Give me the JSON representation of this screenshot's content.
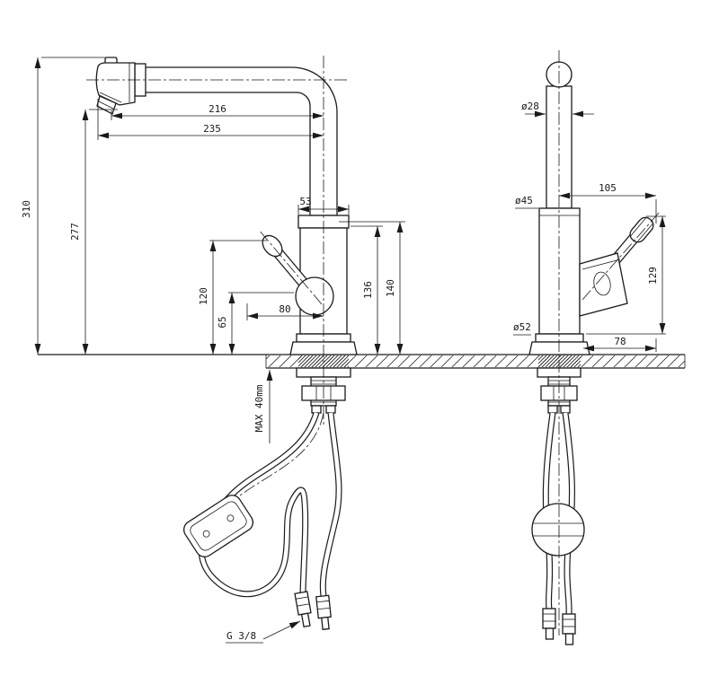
{
  "drawing": {
    "background": "#ffffff",
    "line_color": "#1a1a1a",
    "front_view": {
      "dims": {
        "height_total": "310",
        "height_outlet": "277",
        "reach_outlet": "216",
        "reach_total": "235",
        "body_top_width": "53",
        "handle_top_height": "120",
        "handle_pivot_height": "65",
        "handle_reach": "80",
        "body_height": "136",
        "neck_height": "140"
      },
      "notes": {
        "max_counter_thickness": "MAX 40mm",
        "connection_thread": "G 3/8"
      }
    },
    "side_view": {
      "dims": {
        "spout_diameter": "ø28",
        "handle_offset": "105",
        "body_diameter": "ø45",
        "handle_height": "129",
        "base_diameter": "ø52",
        "base_offset": "78"
      }
    }
  }
}
